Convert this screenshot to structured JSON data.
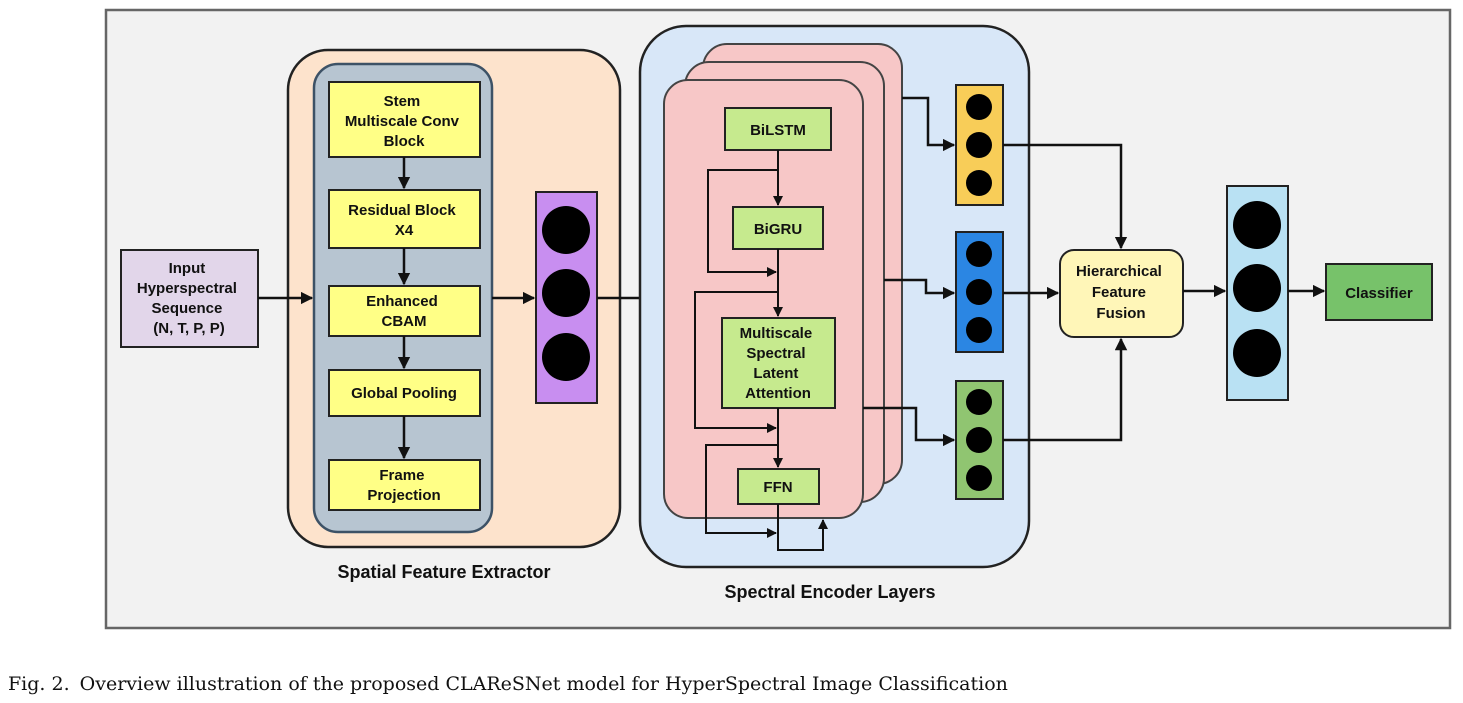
{
  "nodes": {
    "input": [
      "Input",
      "Hyperspectral",
      "Sequence",
      "(N, T, P, P)"
    ],
    "stem": [
      "Stem",
      "Multiscale Conv",
      "Block"
    ],
    "residual": [
      "Residual Block",
      "X4"
    ],
    "cbam": [
      "Enhanced",
      "CBAM"
    ],
    "pooling": [
      "Global Pooling"
    ],
    "projection": [
      "Frame",
      "Projection"
    ],
    "bilstm": [
      "BiLSTM"
    ],
    "bigru": [
      "BiGRU"
    ],
    "attention": [
      "Multiscale",
      "Spectral",
      "Latent",
      "Attention"
    ],
    "ffn": [
      "FFN"
    ],
    "fusion": [
      "Hierarchical",
      "Feature",
      "Fusion"
    ],
    "classifier": [
      "Classifier"
    ]
  },
  "group_labels": {
    "spatial": "Spatial Feature Extractor",
    "spectral": "Spectral Encoder Layers"
  },
  "caption": {
    "number": "Fig. 2.",
    "text": "Overview illustration of the proposed CLAReSNet model for HyperSpectral Image Classification"
  },
  "colors": {
    "frame_bg": "#f2f2f2",
    "spatial_outer": "#fde3cc",
    "spatial_inner": "#b7c5d1",
    "yellow_block": "#ffff86",
    "purple_vector": "#c88ef0",
    "spectral_outer": "#d8e7f8",
    "encoder_layer": "#f7c7c7",
    "green_block": "#c6ea8e",
    "input_box": "#e2d6ea",
    "fusion_box": "#fff6b8",
    "orange_vector": "#f8cd58",
    "blue_vector": "#2b86e3",
    "green_vector": "#90c571",
    "cyan_vector": "#b9e1f3",
    "classifier_box": "#77c26a"
  }
}
